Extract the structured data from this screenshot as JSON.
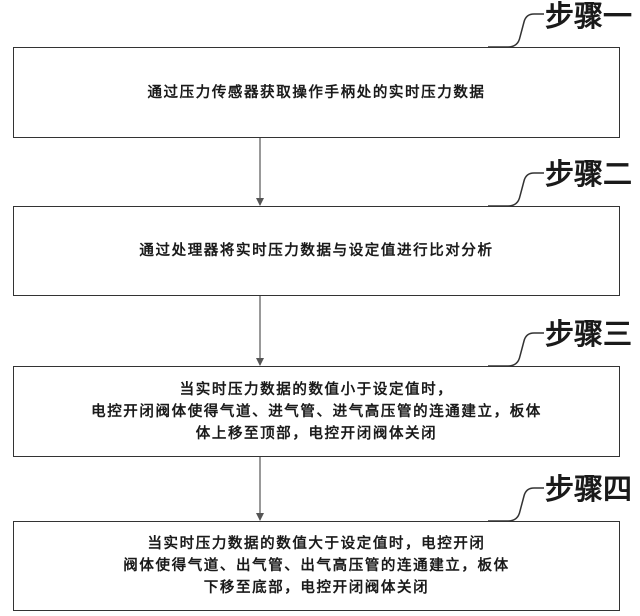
{
  "steps": [
    {
      "label": "步骤一",
      "lines": [
        "通过压力传感器获取操作手柄处的实时压力数据"
      ]
    },
    {
      "label": "步骤二",
      "lines": [
        "通过处理器将实时压力数据与设定值进行比对分析"
      ]
    },
    {
      "label": "步骤三",
      "lines": [
        "当实时压力数据的数值小于设定值时，",
        "电控开闭阀体使得气道、进气管、进气高压管的连通建立，板体",
        "体上移至顶部，电控开闭阀体关闭"
      ]
    },
    {
      "label": "步骤四",
      "lines": [
        "当实时压力数据的数值大于设定值时，电控开闭",
        "阀体使得气道、出气管、出气高压管的连通建立，板体",
        "下移至底部，电控开闭阀体关闭"
      ]
    }
  ]
}
